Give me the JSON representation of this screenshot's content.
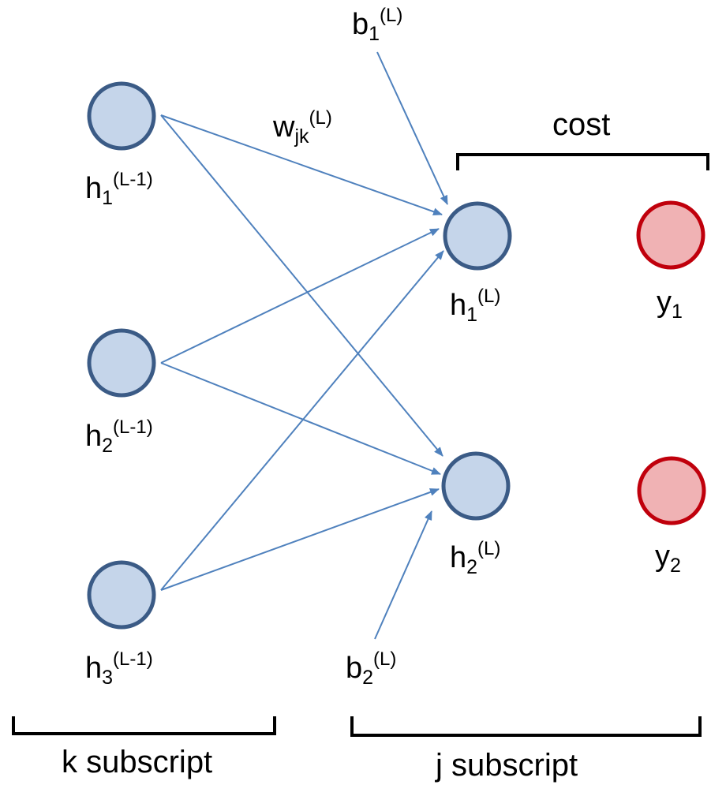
{
  "nodes": {
    "prev_layer": [
      {
        "main": "h",
        "sub": "1",
        "sup": "(L-1)"
      },
      {
        "main": "h",
        "sub": "2",
        "sup": "(L-1)"
      },
      {
        "main": "h",
        "sub": "3",
        "sup": "(L-1)"
      }
    ],
    "curr_layer": [
      {
        "main": "h",
        "sub": "1",
        "sup": "(L)"
      },
      {
        "main": "h",
        "sub": "2",
        "sup": "(L)"
      }
    ],
    "targets": [
      {
        "main": "y",
        "sub": "1"
      },
      {
        "main": "y",
        "sub": "2"
      }
    ]
  },
  "biases": [
    {
      "main": "b",
      "sub": "1",
      "sup": "(L)"
    },
    {
      "main": "b",
      "sub": "2",
      "sup": "(L)"
    }
  ],
  "weight_label": {
    "main": "w",
    "sub": "jk",
    "sup": "(L)"
  },
  "brackets": {
    "cost": "cost",
    "k": "k subscript",
    "j": "j subscript"
  },
  "colors": {
    "hidden_fill": "#c5d5ea",
    "hidden_stroke": "#3b5b86",
    "target_fill": "#f0b2b4",
    "target_stroke": "#c0000c",
    "edge": "#4f81bd"
  }
}
